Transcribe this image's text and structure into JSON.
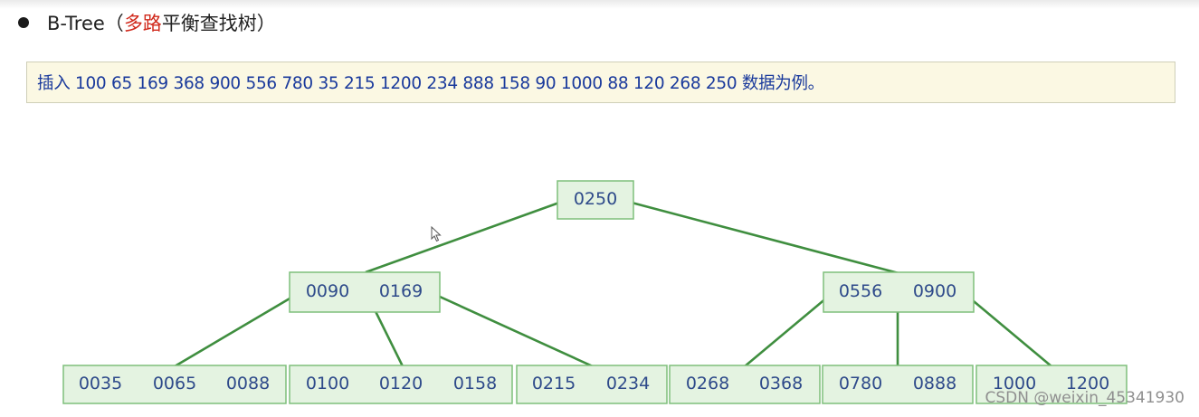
{
  "heading": {
    "prefix": "B-Tree（",
    "highlight": "多路",
    "suffix": "平衡查找树）"
  },
  "note": {
    "text": "插入 100 65 169 368 900 556 780 35 215 1200 234 888 158 90 1000 88 120 268 250 数据为例。"
  },
  "tree": {
    "root": {
      "keys": [
        "0250"
      ]
    },
    "level1": [
      {
        "keys": [
          "0090",
          "0169"
        ]
      },
      {
        "keys": [
          "0556",
          "0900"
        ]
      }
    ],
    "leaves": [
      {
        "keys": [
          "0035",
          "0065",
          "0088"
        ]
      },
      {
        "keys": [
          "0100",
          "0120",
          "0158"
        ]
      },
      {
        "keys": [
          "0215",
          "0234"
        ]
      },
      {
        "keys": [
          "0268",
          "0368"
        ]
      },
      {
        "keys": [
          "0780",
          "0888"
        ]
      },
      {
        "keys": [
          "1000",
          "1200"
        ]
      }
    ],
    "colors": {
      "node_fill": "#e4f3e1",
      "node_border": "#7fbf7b",
      "edge": "#3f8e3f",
      "key_text": "#2e4a8a"
    }
  },
  "watermark": "CSDN @weixin_45341930"
}
